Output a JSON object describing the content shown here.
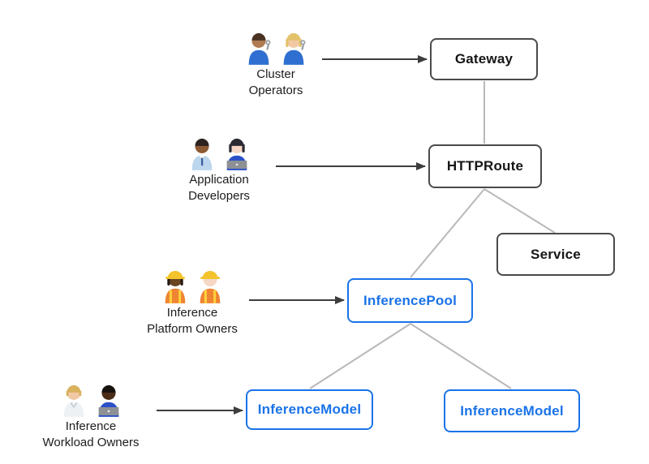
{
  "diagram": {
    "name": "gateway-api-inference-extension-resource-model",
    "background": "#ffffff",
    "colors": {
      "core_box_border": "#4a4a4a",
      "core_box_text": "#161616",
      "extension_box_border": "#1a73e8",
      "extension_box_text": "#1a73e8",
      "connector_line": "#b9b9b9",
      "actor_arrow": "#3d3d3d"
    },
    "boxes": [
      {
        "id": "gateway",
        "label": "Gateway",
        "style": "core"
      },
      {
        "id": "httproute",
        "label": "HTTPRoute",
        "style": "core"
      },
      {
        "id": "service",
        "label": "Service",
        "style": "core"
      },
      {
        "id": "inferencepool",
        "label": "InferencePool",
        "style": "extension"
      },
      {
        "id": "inferencemodel-left",
        "label": "InferenceModel",
        "style": "extension"
      },
      {
        "id": "inferencemodel-right",
        "label": "InferenceModel",
        "style": "extension"
      }
    ],
    "edges": [
      {
        "from": "cluster-operators",
        "to": "gateway",
        "style": "arrow"
      },
      {
        "from": "application-developers",
        "to": "httproute",
        "style": "arrow"
      },
      {
        "from": "inference-platform-owners",
        "to": "inferencepool",
        "style": "arrow"
      },
      {
        "from": "inference-workload-owners",
        "to": "inferencemodel-left",
        "style": "arrow"
      },
      {
        "from": "gateway",
        "to": "httproute",
        "style": "line"
      },
      {
        "from": "httproute",
        "to": "service",
        "style": "line"
      },
      {
        "from": "httproute",
        "to": "inferencepool",
        "style": "line"
      },
      {
        "from": "inferencepool",
        "to": "inferencemodel-left",
        "style": "line"
      },
      {
        "from": "inferencepool",
        "to": "inferencemodel-right",
        "style": "line"
      }
    ]
  },
  "actors": [
    {
      "id": "cluster-operators",
      "lines": [
        "Cluster",
        "Operators"
      ],
      "emoji": "👨🏽‍🔧👩🏼‍🔧",
      "persons": [
        {
          "name": "man-mechanic",
          "skin": "#b07b52",
          "hair": "#4a3222",
          "hairStyle": "short",
          "shirt": "#2f6fd1",
          "accessory": "wrench"
        },
        {
          "name": "woman-mechanic",
          "skin": "#f1c9a5",
          "hair": "#e3c26b",
          "hairStyle": "long",
          "shirt": "#2f6fd1",
          "accessory": "wrench"
        }
      ]
    },
    {
      "id": "application-developers",
      "lines": [
        "Application",
        "Developers"
      ],
      "emoji": "👨🏾‍💼👩🏻‍💻",
      "persons": [
        {
          "name": "man-office-worker",
          "skin": "#8d5a33",
          "hair": "#2c2220",
          "hairStyle": "short",
          "shirt": "#bcd6ee",
          "accessory": "tie"
        },
        {
          "name": "woman-technologist",
          "skin": "#f6d7c4",
          "hair": "#2b2b33",
          "hairStyle": "long",
          "shirt": "#2b50c8",
          "accessory": "laptop"
        }
      ]
    },
    {
      "id": "inference-platform-owners",
      "lines": [
        "Inference",
        "Platform Owners"
      ],
      "emoji": "👷🏿‍♀️👷🏻",
      "persons": [
        {
          "name": "woman-construction-worker",
          "skin": "#6b4423",
          "hair": "#241a12",
          "hairStyle": "long",
          "shirt": "#ef8432",
          "accessory": "helmet-vest"
        },
        {
          "name": "man-construction-worker",
          "skin": "#f6d7c4",
          "hair": null,
          "hairStyle": "none",
          "shirt": "#ef8432",
          "accessory": "helmet-vest"
        }
      ]
    },
    {
      "id": "inference-workload-owners",
      "lines": [
        "Inference",
        "Workload Owners"
      ],
      "emoji": "🧑🏼‍⚕️🧑🏿‍💻",
      "persons": [
        {
          "name": "health-worker",
          "skin": "#f1c9a5",
          "hair": "#d8b25e",
          "hairStyle": "mid",
          "shirt": "#eef1f4",
          "accessory": "coat"
        },
        {
          "name": "man-technologist-dark",
          "skin": "#4a2c17",
          "hair": "#17120e",
          "hairStyle": "short",
          "shirt": "#2b50c8",
          "accessory": "laptop"
        }
      ]
    }
  ]
}
